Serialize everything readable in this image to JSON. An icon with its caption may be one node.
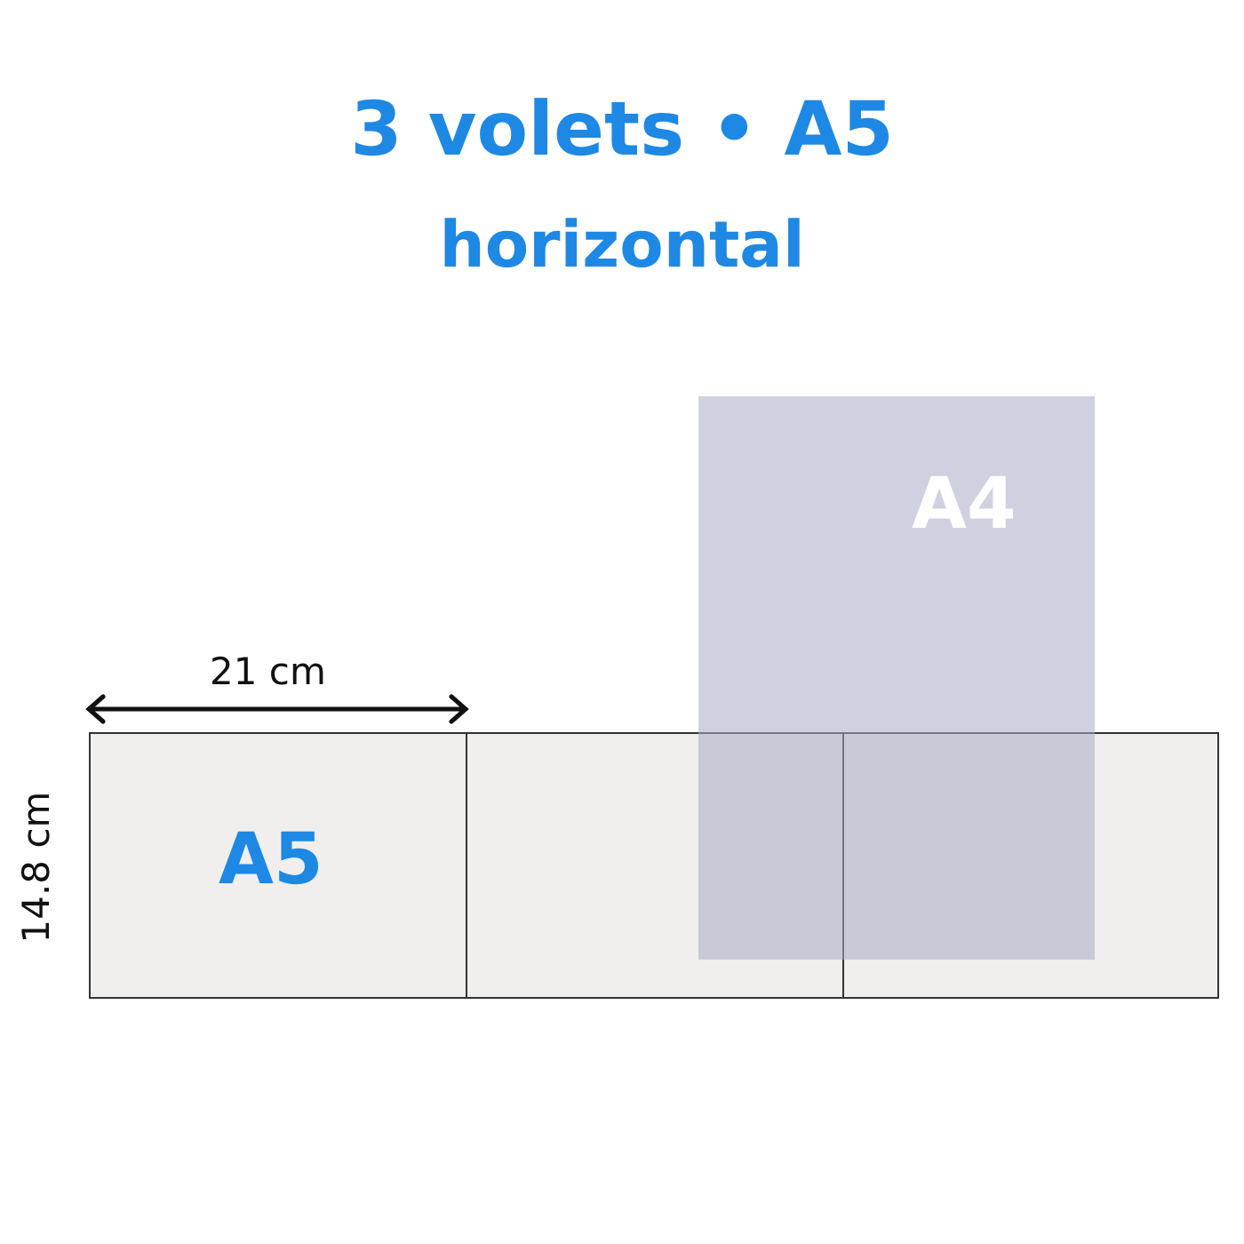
{
  "diagram": {
    "title": "3 volets • A5",
    "nodes": [
      {
        "text": [
          "A5"
        ]
      },
      {
        "text": [],
        "shape": "box"
      },
      {
        "text": [],
        "shape": "box"
      },
      {
        "text": [
          "A4"
        ]
      }
    ],
    "edges": [],
    "labels": [
      "horizontal",
      "21 cm",
      "14.8 cm"
    ]
  }
}
